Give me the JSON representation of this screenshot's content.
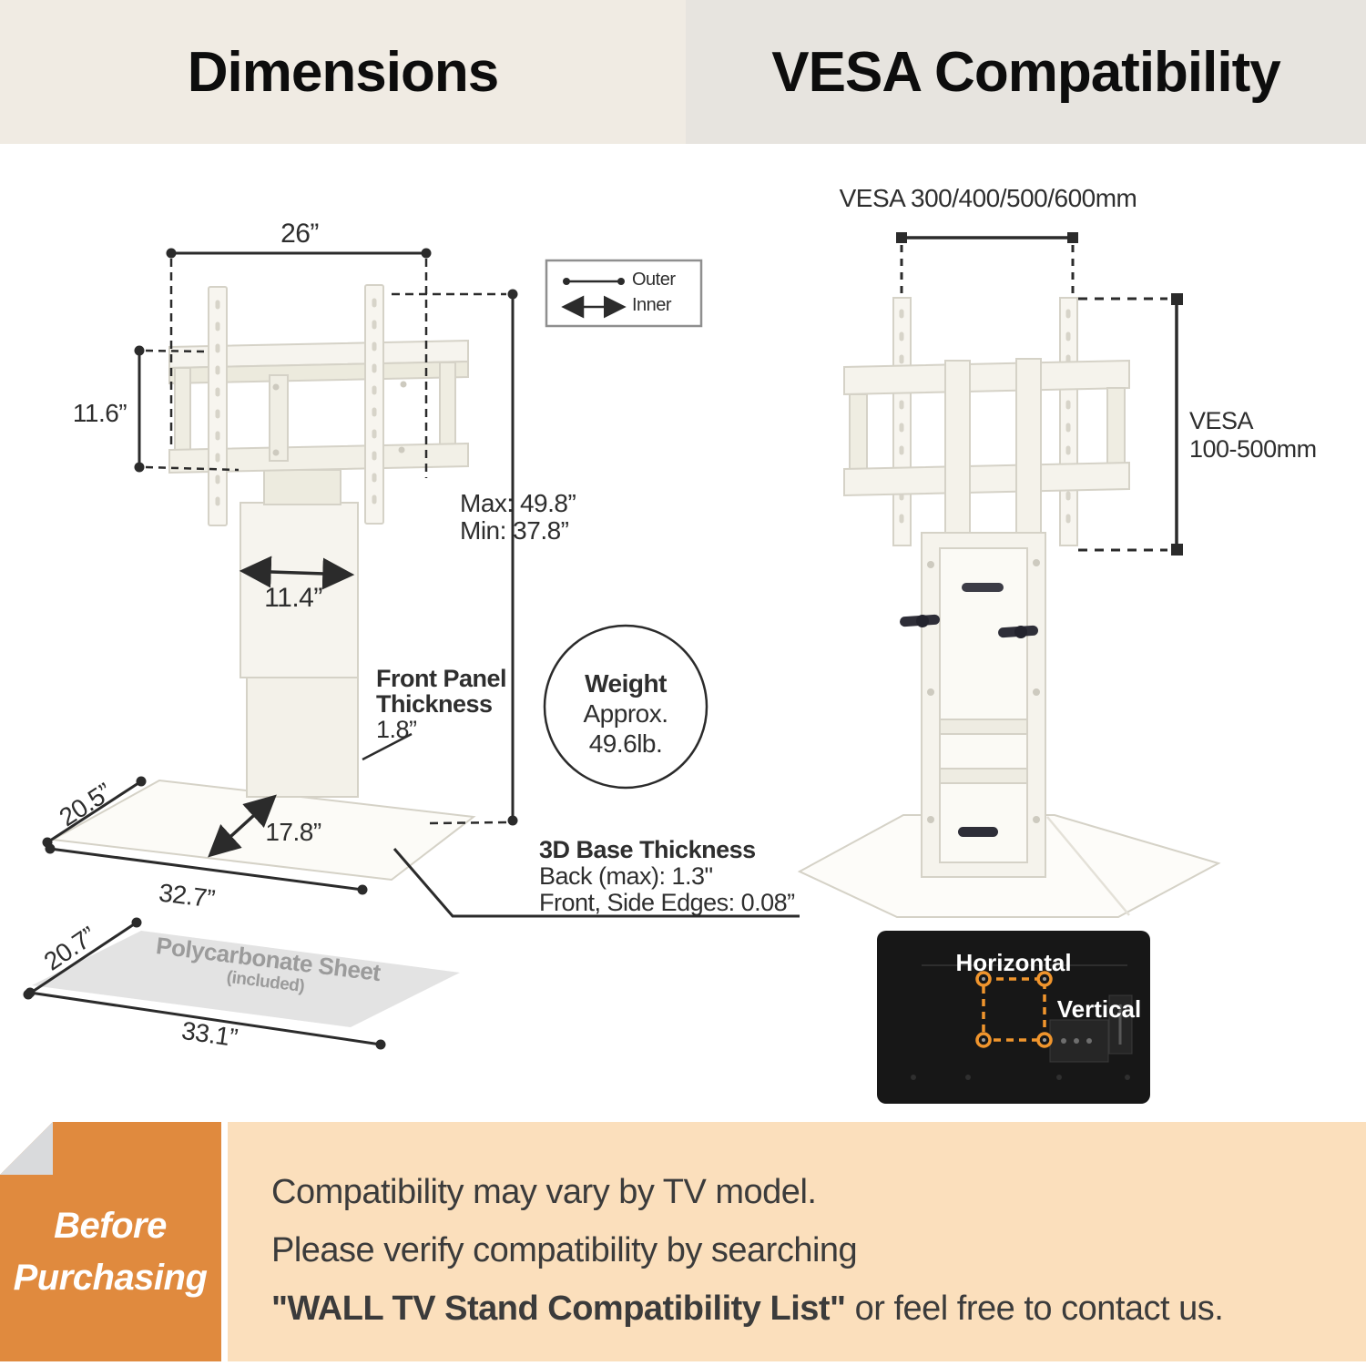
{
  "header": {
    "left_title": "Dimensions",
    "right_title": "VESA Compatibility"
  },
  "legend": {
    "outer_label": "Outer",
    "inner_label": "Inner"
  },
  "dimensions_diagram": {
    "top_width": "26”",
    "bracket_height": "11.6”",
    "column_width": "11.4”",
    "height_max": "Max: 49.8”",
    "height_min": "Min: 37.8”",
    "front_panel": {
      "line1": "Front Panel",
      "line2": "Thickness",
      "value": "1.8”"
    },
    "weight": {
      "title": "Weight",
      "line2": "Approx.",
      "line3": "49.6lb."
    },
    "base_depth": "20.5”",
    "base_diagonal": "17.8”",
    "base_width": "32.7”",
    "base_thickness": {
      "title": "3D Base Thickness",
      "back": "Back (max): 1.3\"",
      "front": "Front, Side Edges: 0.08”"
    },
    "sheet": {
      "depth": "20.7”",
      "width": "33.1”",
      "label": "Polycarbonate Sheet",
      "sublabel": "(included)"
    }
  },
  "vesa_diagram": {
    "top_label": "VESA 300/400/500/600mm",
    "side_label_line1": "VESA",
    "side_label_line2": "100-500mm",
    "tv": {
      "horizontal_label": "Horizontal",
      "vertical_label": "Vertical"
    }
  },
  "notice": {
    "badge_line1": "Before",
    "badge_line2": "Purchasing",
    "line1": "Compatibility may vary by TV model.",
    "line2": "Please verify compatibility by searching",
    "line3_bold": "\"WALL TV Stand Compatibility List\"",
    "line3_rest": " or feel free to contact us."
  },
  "colors": {
    "accent_orange": "#e08a3e",
    "peach_band": "#fbdfbc",
    "header_left_bg": "#f0ebe3",
    "header_right_bg": "#e7e4df",
    "line_color": "#2b2b2b",
    "tv_black": "#171717",
    "vesa_marker_orange": "#f0952d"
  }
}
